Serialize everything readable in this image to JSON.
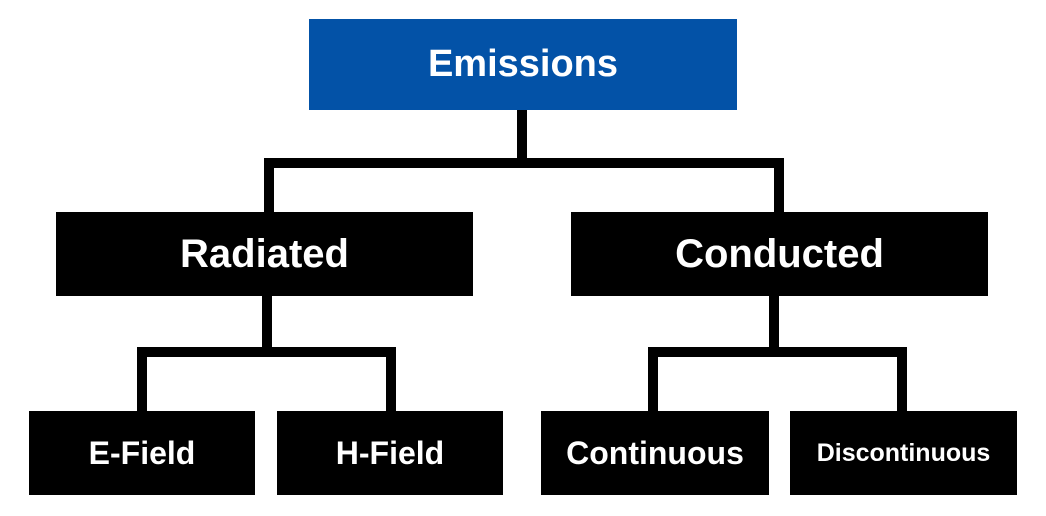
{
  "diagram": {
    "root": {
      "label": "Emissions",
      "color": "#0352a7"
    },
    "level1": [
      {
        "label": "Radiated"
      },
      {
        "label": "Conducted"
      }
    ],
    "level2": [
      {
        "label": "E-Field"
      },
      {
        "label": "H-Field"
      },
      {
        "label": "Continuous"
      },
      {
        "label": "Discontinuous"
      }
    ],
    "edges": [
      [
        "Emissions",
        "Radiated"
      ],
      [
        "Emissions",
        "Conducted"
      ],
      [
        "Radiated",
        "E-Field"
      ],
      [
        "Radiated",
        "H-Field"
      ],
      [
        "Conducted",
        "Continuous"
      ],
      [
        "Conducted",
        "Discontinuous"
      ]
    ]
  }
}
